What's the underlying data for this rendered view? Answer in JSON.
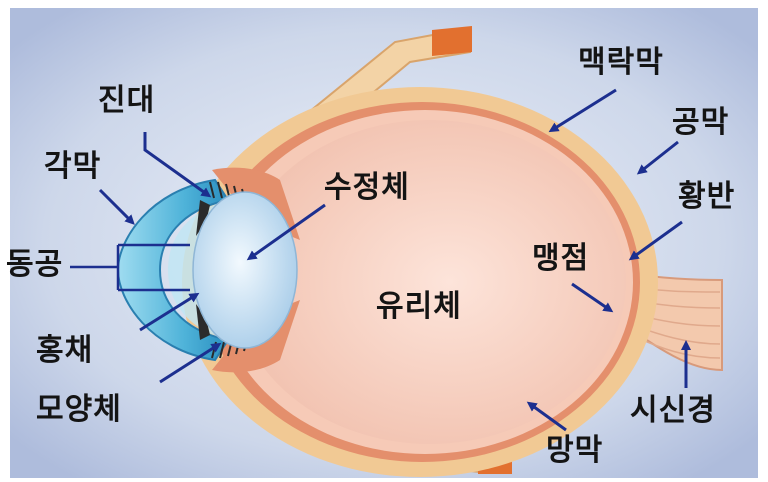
{
  "labels": {
    "zonule": "진대",
    "cornea": "각막",
    "pupil": "동공",
    "iris": "홍채",
    "ciliary_body": "모양체",
    "lens": "수정체",
    "vitreous": "유리체",
    "choroid": "맥락막",
    "sclera": "공막",
    "macula": "황반",
    "blind_spot": "맹점",
    "optic_nerve": "시신경",
    "retina": "망막"
  },
  "colors": {
    "background": "#c9d3e8",
    "sclera": "#f1c994",
    "choroid": "#e48f6c",
    "retina": "#f6cab7",
    "vitreous": "#f7d6cb",
    "cornea": "#6fc3e2",
    "lens": "#cfe6f6",
    "arrow": "#1c2f8f",
    "muscle_tab": "#e2702f"
  }
}
